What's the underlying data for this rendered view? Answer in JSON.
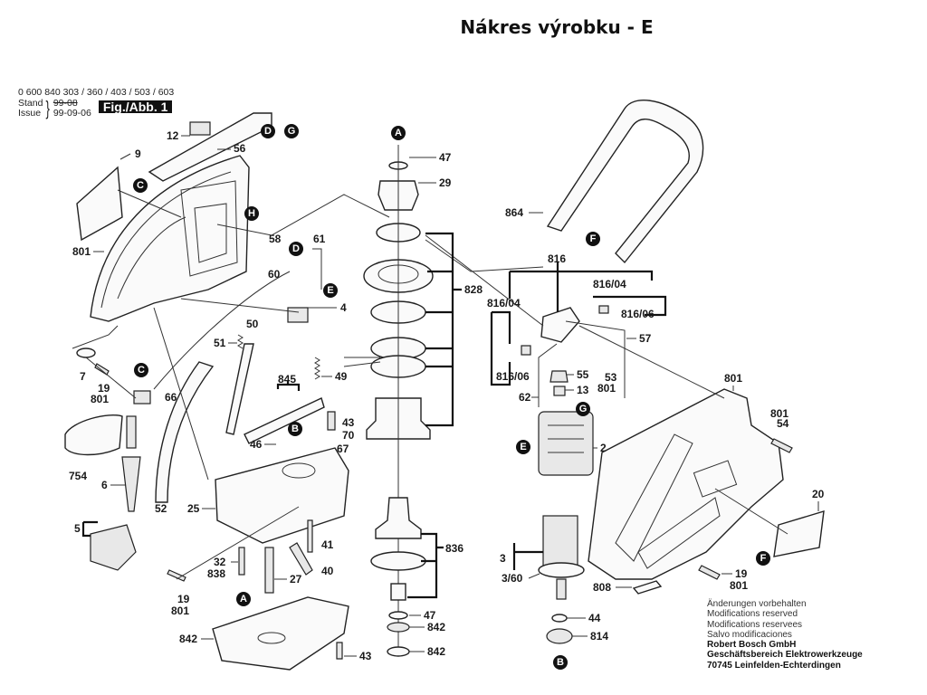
{
  "page_title": "Nákres výrobku - E",
  "header": {
    "model_numbers": "0 600 840 303 / 360 / 403 / 503 / 603",
    "stand_label": "Stand",
    "issue_label": "Issue",
    "stand_date_struck": "99-08",
    "issue_date": "99-09-06",
    "figure_label": "Fig./Abb. 1"
  },
  "callout_badges": [
    "A",
    "B",
    "C",
    "D",
    "E",
    "F",
    "G",
    "H"
  ],
  "part_labels": {
    "p9": "9",
    "p12": "12",
    "p56": "56",
    "p801a": "801",
    "p58": "58",
    "p61": "61",
    "p60": "60",
    "p4": "4",
    "p50": "50",
    "p51": "51",
    "p7": "7",
    "p19a": "19",
    "p801b": "801",
    "p66": "66",
    "p845": "845",
    "p49": "49",
    "p43a": "43",
    "p70": "70",
    "p46": "46",
    "p67": "67",
    "p754": "754",
    "p6": "6",
    "p52": "52",
    "p25": "25",
    "p5": "5",
    "p41": "41",
    "p32": "32",
    "p838": "838",
    "p27": "27",
    "p40": "40",
    "p19b": "19",
    "p801c": "801",
    "p842a": "842",
    "p43b": "43",
    "p47a": "47",
    "p29": "29",
    "p828": "828",
    "p836": "836",
    "p47b": "47",
    "p842b": "842",
    "p842c": "842",
    "p864": "864",
    "p816": "816",
    "p816_04a": "816/04",
    "p816_04b": "816/04",
    "p816_06a": "816/06",
    "p816_06b": "816/06",
    "p57": "57",
    "p55": "55",
    "p53": "53",
    "p801d": "801",
    "p13": "13",
    "p62": "62",
    "p2": "2",
    "p3": "3",
    "p3_60": "3/60",
    "p44": "44",
    "p814": "814",
    "p808": "808",
    "p801e": "801",
    "p801f": "801",
    "p54": "54",
    "p20": "20",
    "p19c": "19",
    "p801g": "801"
  },
  "footer": {
    "lines_regular": [
      "Änderungen vorbehalten",
      "Modifications reserved",
      "Modifications reservees",
      "Salvo modificaciones"
    ],
    "company": "Robert Bosch GmbH",
    "division": "Geschäftsbereich Elektrowerkzeuge",
    "address": "70745 Leinfelden-Echterdingen"
  }
}
